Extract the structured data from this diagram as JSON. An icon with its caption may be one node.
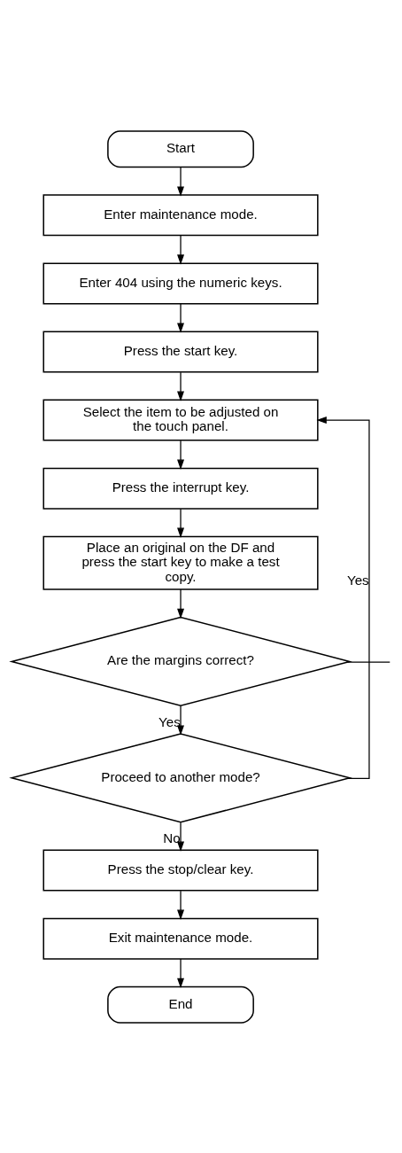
{
  "diagram": {
    "nodes": [
      {
        "text": [
          "Start"
        ]
      },
      {
        "text": [
          "Enter maintenance mode."
        ]
      },
      {
        "text": [
          "Enter 404 using the numeric keys."
        ]
      },
      {
        "text": [
          "Press the start key."
        ]
      },
      {
        "text": [
          "Select the item to be adjusted on the touch panel."
        ]
      },
      {
        "text": [
          "Press the interrupt key."
        ]
      },
      {
        "text": [
          "Place an original on the DF and press the start key to make a test copy."
        ]
      },
      {
        "text": [
          "Are the margins correct?"
        ]
      },
      {
        "text": [
          "Proceed to another mode?"
        ]
      },
      {
        "text": [
          "Press the stop/clear key."
        ]
      },
      {
        "text": [
          "Exit maintenance mode."
        ]
      },
      {
        "text": [
          "End"
        ]
      }
    ],
    "edges": [
      {
        "from": 0,
        "to": 1,
        "arrow": "to"
      },
      {
        "from": 1,
        "to": 2,
        "arrow": "to"
      },
      {
        "from": 2,
        "to": 3,
        "arrow": "to"
      },
      {
        "from": 3,
        "to": 4,
        "arrow": "to"
      },
      {
        "from": 4,
        "to": 5,
        "arrow": "to"
      },
      {
        "from": 5,
        "to": 6,
        "arrow": "to"
      },
      {
        "from": 6,
        "to": 7,
        "arrow": "to"
      },
      {
        "from": 7,
        "to": 8,
        "arrow": "to",
        "label": "Yes"
      },
      {
        "from": 8,
        "to": 4,
        "arrow": "to",
        "label": "Yes"
      },
      {
        "from": 8,
        "to": 9,
        "arrow": "to",
        "label": "No"
      },
      {
        "from": 9,
        "to": 10,
        "arrow": "to"
      },
      {
        "from": 10,
        "to": 11,
        "arrow": "to"
      },
      {
        "from": 7,
        "to": null,
        "arrow": "none"
      }
    ]
  }
}
